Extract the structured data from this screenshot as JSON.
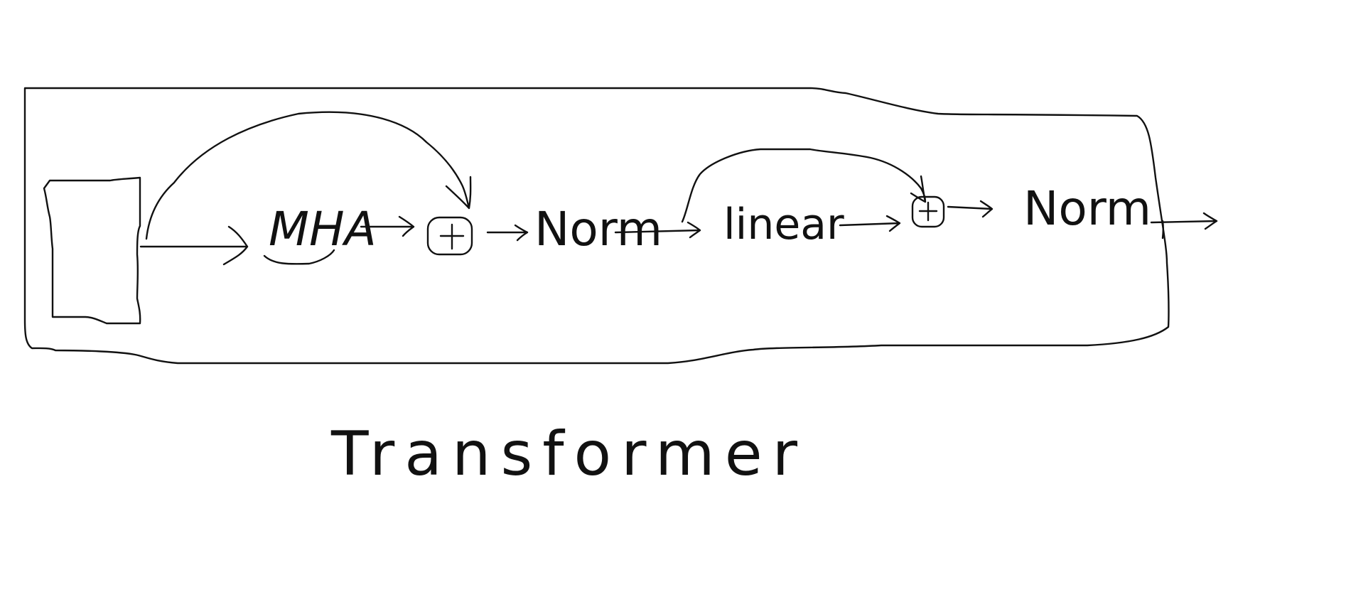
{
  "diagram": {
    "title": "Transformer",
    "nodes": {
      "mha": "MHA",
      "norm1": "Norm",
      "linear": "linear",
      "norm2": "Norm",
      "add1": "+",
      "add2": "+"
    }
  }
}
